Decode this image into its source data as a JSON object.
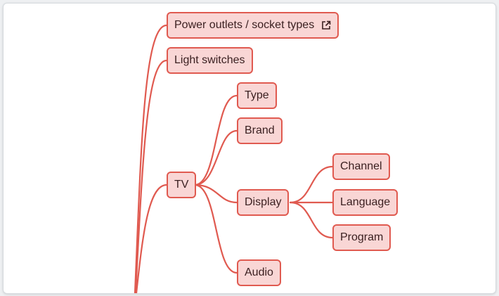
{
  "colors": {
    "node_fill": "#f9d6d5",
    "node_border": "#e05a50",
    "link": "#e05a50",
    "text": "#3a1f20"
  },
  "mindmap": {
    "nodes": {
      "power_outlets": {
        "label": "Power outlets / socket types",
        "icon": "external-link-icon"
      },
      "light_switches": {
        "label": "Light switches"
      },
      "tv": {
        "label": "TV"
      },
      "type": {
        "label": "Type"
      },
      "brand": {
        "label": "Brand"
      },
      "display": {
        "label": "Display"
      },
      "audio": {
        "label": "Audio"
      },
      "channel": {
        "label": "Channel"
      },
      "language": {
        "label": "Language"
      },
      "program": {
        "label": "Program"
      }
    }
  }
}
